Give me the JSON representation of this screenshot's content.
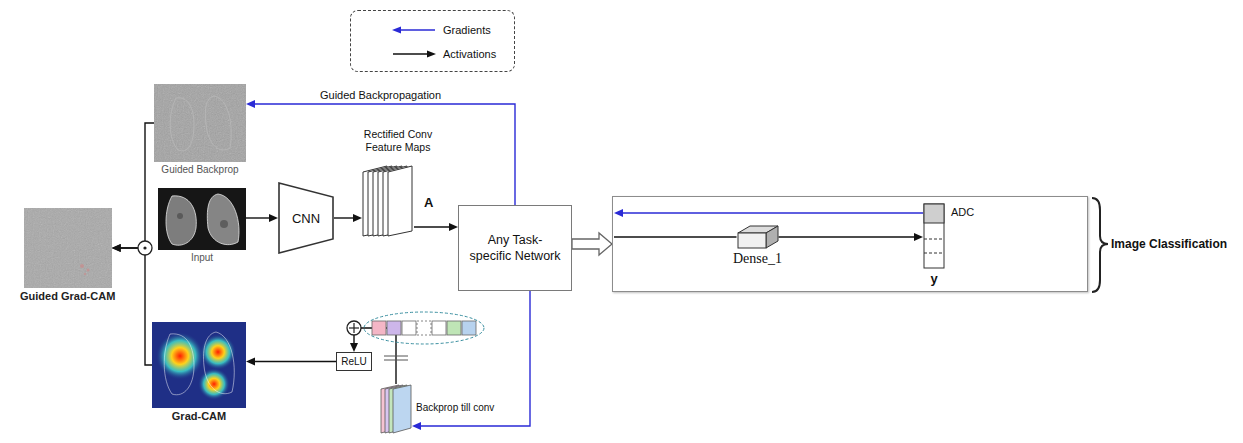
{
  "diagram": {
    "nodes": [
      {
        "text": [
          "Guided Backprop"
        ]
      },
      {
        "text": [
          "Input"
        ]
      },
      {
        "text": [
          "Guided Grad-CAM"
        ]
      },
      {
        "text": [
          "Grad-CAM"
        ]
      },
      {
        "text": [
          "CNN"
        ]
      },
      {
        "text": [
          "Rectified Conv Feature Maps",
          "A"
        ]
      },
      {
        "text": [
          "Any Task-specific Network"
        ]
      },
      {
        "text": [
          "ReLU"
        ]
      },
      {
        "text": [
          "Image Classification"
        ]
      },
      {
        "text": [
          "Dense_1"
        ],
        "in": 8
      },
      {
        "text": [
          "ADC",
          "y"
        ],
        "in": 8
      },
      {
        "text": [
          "Backprop till conv"
        ]
      }
    ],
    "edges": [
      {
        "from": 1,
        "to": 4,
        "arrow": "to"
      },
      {
        "from": 4,
        "to": 5,
        "arrow": "to"
      },
      {
        "from": 5,
        "to": 6,
        "arrow": "to"
      },
      {
        "from": 6,
        "to": 8,
        "arrow": "to"
      },
      {
        "from": 8,
        "to": 9,
        "arrow": "none"
      },
      {
        "from": 9,
        "to": 10,
        "arrow": "to"
      },
      {
        "from": 10,
        "to": 8,
        "arrow": "to"
      },
      {
        "from": 6,
        "to": 0,
        "label": "Guided Backpropagation",
        "arrow": "to"
      },
      {
        "from": 6,
        "to": 11,
        "arrow": "to"
      },
      {
        "from": 0,
        "to": 2,
        "arrow": "to"
      },
      {
        "from": 3,
        "to": 2,
        "arrow": "to"
      },
      {
        "from": 11,
        "to": 7,
        "arrow": "to"
      },
      {
        "from": 7,
        "to": 3,
        "arrow": "to"
      }
    ],
    "legend": [
      {
        "text": "Gradients"
      },
      {
        "text": "Activations"
      }
    ]
  }
}
